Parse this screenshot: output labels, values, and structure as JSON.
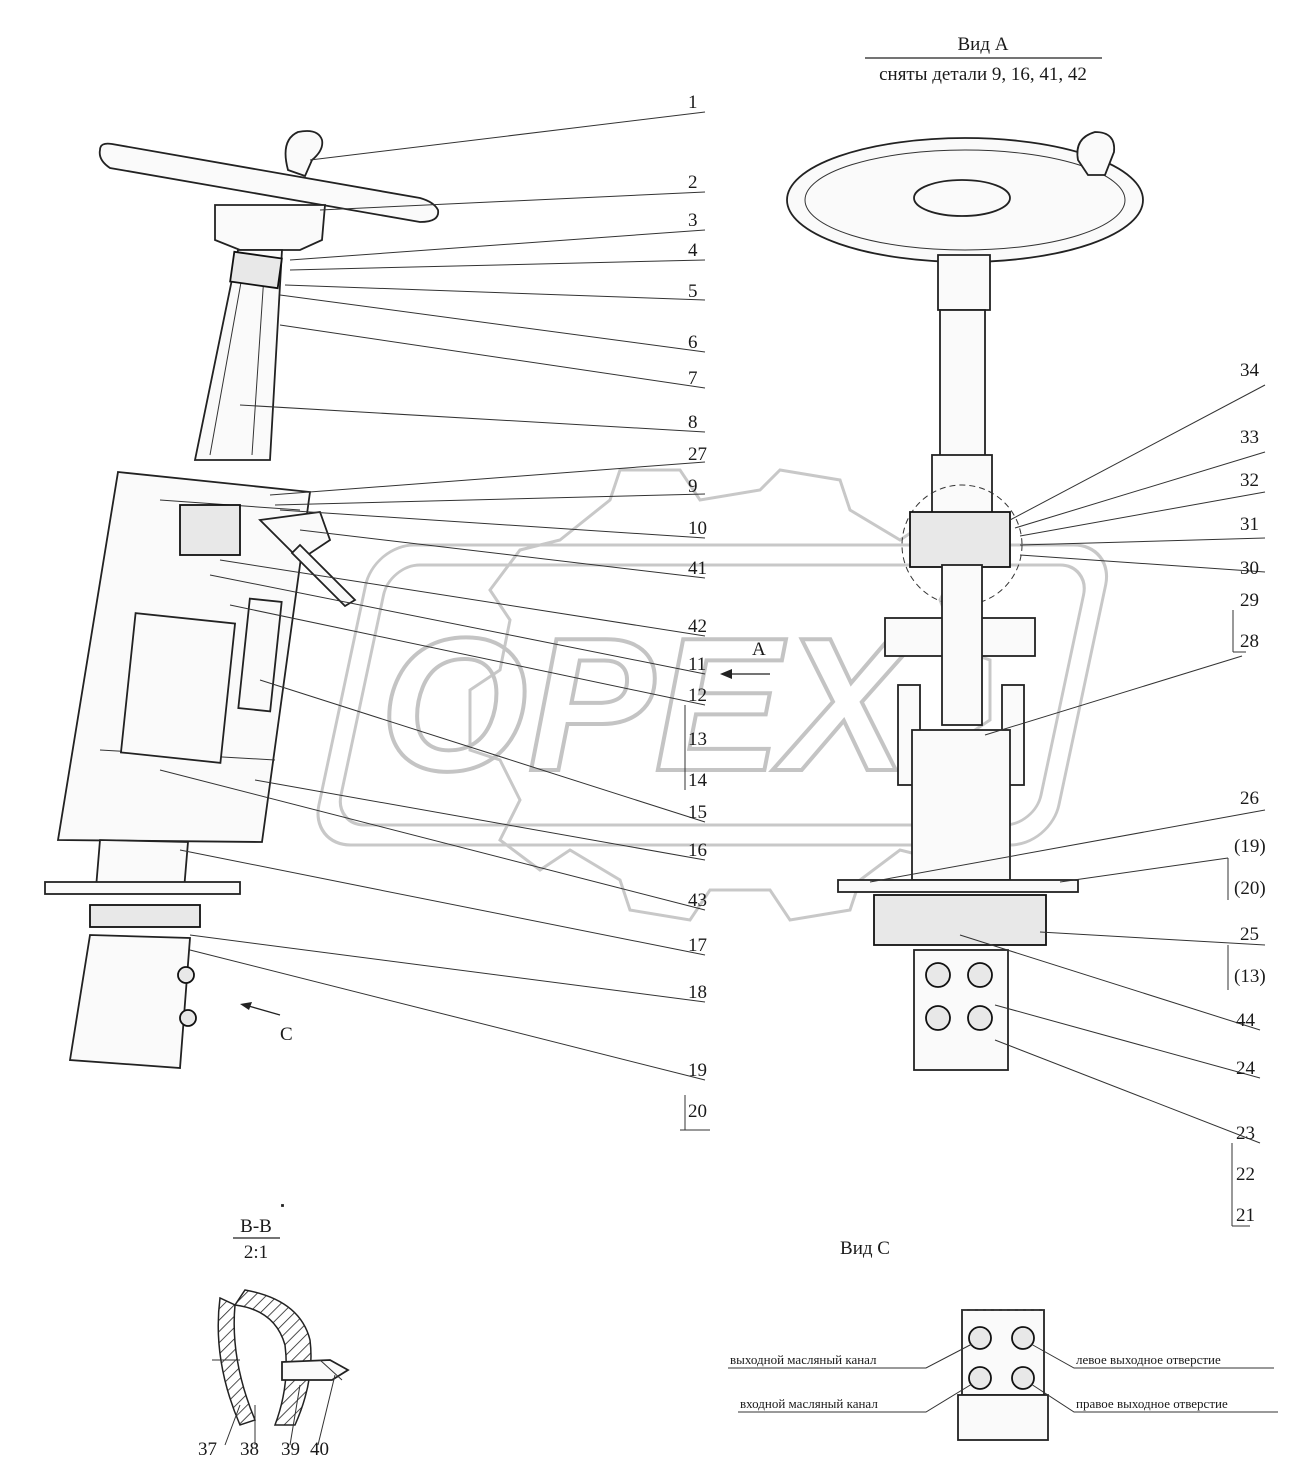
{
  "view_a": {
    "title": "Вид А",
    "subtitle": "сняты детали 9, 16, 41, 42"
  },
  "section_bb": {
    "title": "В-В",
    "scale": "2:1",
    "labels": [
      "37",
      "38",
      "39",
      "40"
    ]
  },
  "view_c": {
    "title": "Вид С",
    "callouts": {
      "out_oil": "выходной масляный канал",
      "in_oil": "входной масляный канал",
      "left_out": "левое выходное отверстие",
      "right_out": "правое выходное отверстие"
    }
  },
  "arrows": {
    "a": "A",
    "c": "C"
  },
  "watermark": "OPEX",
  "left_callouts": [
    "1",
    "2",
    "3",
    "4",
    "5",
    "6",
    "7",
    "8",
    "27",
    "9",
    "10",
    "41",
    "42",
    "11",
    "12",
    "13",
    "14",
    "15",
    "16",
    "43",
    "17",
    "18",
    "19",
    "20"
  ],
  "right_callouts": [
    "34",
    "33",
    "32",
    "31",
    "30",
    "29",
    "28",
    "26",
    "(19)",
    "(20)",
    "25",
    "(13)",
    "44",
    "24",
    "23",
    "22",
    "21"
  ]
}
